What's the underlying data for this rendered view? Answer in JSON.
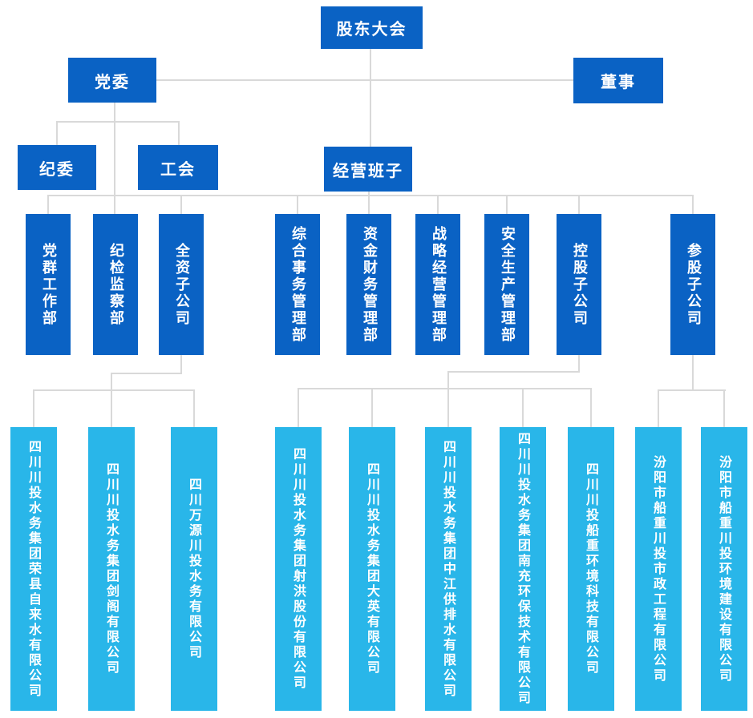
{
  "org_chart": {
    "title_node": "股东大会",
    "level2": {
      "party_committee": "党委",
      "directors": "董事"
    },
    "level3": {
      "discipline_committee": "纪委",
      "labor_union": "工会",
      "management_team": "经营班子"
    },
    "departments": [
      "党群工作部",
      "纪检监察部",
      "全资子公司",
      "综合事务管理部",
      "资金财务管理部",
      "战略经营管理部",
      "安全生产管理部",
      "控股子公司",
      "参股子公司"
    ],
    "companies": [
      "四川川投水务集团荣县自来水有限公司",
      "四川川投水务集团剑阁有限公司",
      "四川万源川投水务有限公司",
      "四川川投水务集团射洪股份有限公司",
      "四川川投水务集团大英有限公司",
      "四川川投水务集团中江供排水有限公司",
      "四川川投水务集团南充环保技术有限公司",
      "四川川投船重环境科技有限公司",
      "汾阳市船重川投市政工程有限公司",
      "汾阳市船重川投环境建设有限公司"
    ],
    "colors": {
      "primary": "#0A62C4",
      "secondary": "#29B6E9",
      "connector": "#D9D9D9"
    }
  }
}
